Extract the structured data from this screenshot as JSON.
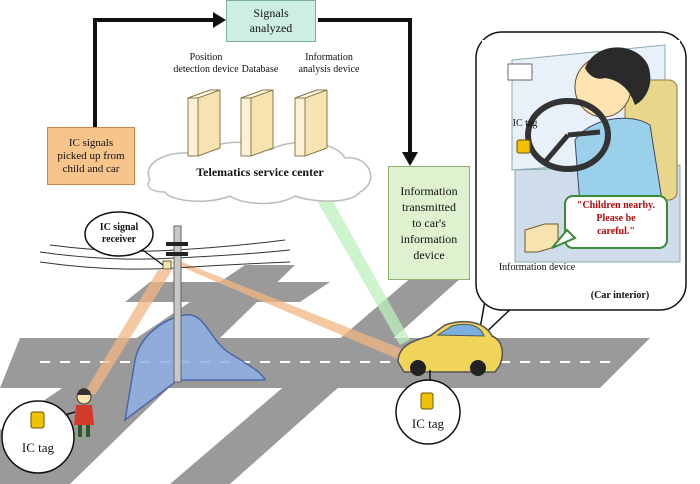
{
  "signals_box": {
    "text": "Signals\nanalyzed",
    "fill": "#cfeee2",
    "border": "#7aaf99"
  },
  "ic_pickup_box": {
    "text": "IC signals\npicked up from\nchild and car",
    "fill": "#f7c48c",
    "border": "#c88a44"
  },
  "info_box": {
    "text": "Information\ntransmitted\nto car's\ninformation\ndevice",
    "fill": "#dff2cf",
    "border": "#8cb36e"
  },
  "devices": {
    "position": "Position\ndetection device",
    "database": "Database",
    "analysis": "Information\nanalysis device"
  },
  "service_center": "Telematics service center",
  "ic_receiver": "IC signal\nreceiver",
  "ic_tag_child": "IC tag",
  "ic_tag_car": "IC tag",
  "car_interior": {
    "ic_tag": "IC tag",
    "message": "\"Children nearby.\nPlease be\ncareful.\"",
    "info_device": "Information device",
    "caption": "(Car interior)"
  },
  "colors": {
    "road": "#9a9a9a",
    "road_dark": "#7d7d7d",
    "coverage": "#8fb0e6",
    "beam": "#f2b582",
    "wireless": "#bdf0bd",
    "car": "#f0d55a",
    "tag": "#f2c200",
    "message_fill": "#ffffff",
    "message_text": "#b00a0a",
    "message_border": "#3a8a3a"
  }
}
